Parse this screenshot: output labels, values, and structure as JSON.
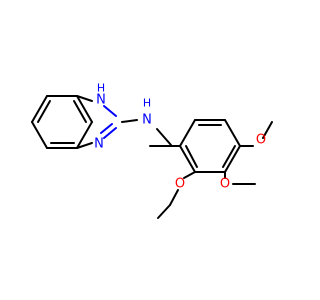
{
  "molecule": {
    "atom_labels": {
      "n1": "N",
      "n1_h": "H",
      "n3": "N",
      "nh": "N",
      "nh_h": "H",
      "o1": "O",
      "o2": "O",
      "o3": "O"
    },
    "colors": {
      "nitrogen": "#0000ff",
      "oxygen": "#ff0000",
      "carbon": "#000000",
      "background": "#ffffff"
    }
  }
}
